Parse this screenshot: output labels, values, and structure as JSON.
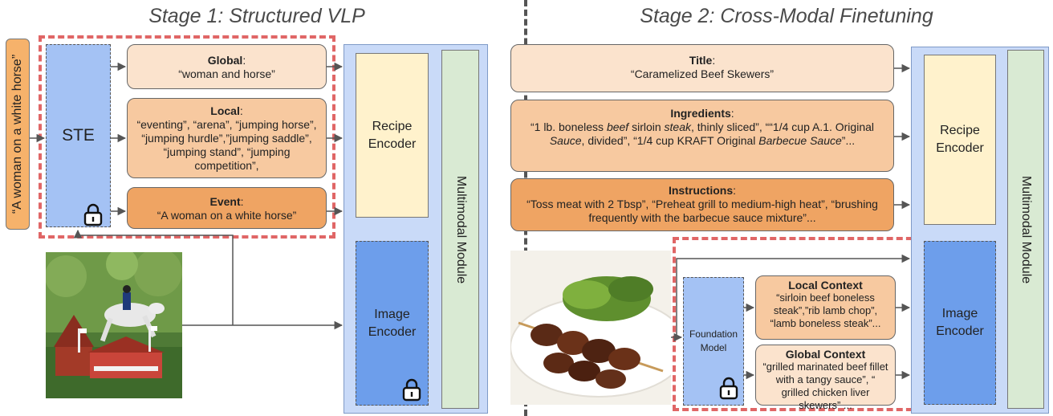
{
  "stage1": {
    "title": "Stage 1: Structured VLP",
    "query_text": "“A woman on a white horse”",
    "ste_label": "STE",
    "global": {
      "label": "Global",
      "text": "“woman and horse”"
    },
    "local": {
      "label": "Local",
      "text": "“eventing”,  “arena”, “jumping horse”, “jumping hurdle”,”jumping saddle”, “jumping stand”, “jumping competition”,"
    },
    "event": {
      "label": "Event",
      "text": "“A woman on a white horse”"
    },
    "recipe_encoder": {
      "line1": "Recipe",
      "line2": "Encoder"
    },
    "image_encoder": {
      "line1": "Image",
      "line2": "Encoder"
    },
    "multimodal": "Multimodal Module"
  },
  "stage2": {
    "title": "Stage 2: Cross-Modal Finetuning",
    "title_box": {
      "label": "Title",
      "text": "“Caramelized Beef Skewers”"
    },
    "ingredients": {
      "label": "Ingredients",
      "seg1": "“1 lb. boneless ",
      "seg2": "beef",
      "seg3": " sirloin ",
      "seg4": "steak",
      "seg5": ", thinly sliced”, ““1/4 cup A.1. Original ",
      "seg6": "Sauce",
      "seg7": ", divided”, “1/4 cup KRAFT Original ",
      "seg8": "Barbecue Sauce",
      "seg9": "”..."
    },
    "instructions": {
      "label": "Instructions",
      "text": "“Toss meat with 2 Tbsp”, “Preheat grill to medium-high heat”, “brushing frequently with the barbecue sauce mixture”..."
    },
    "foundation_model": {
      "line1": "Foundation",
      "line2": "Model"
    },
    "local_context": {
      "label": "Local Context",
      "text": "“sirloin beef boneless steak”,”rib lamb chop”, “lamb boneless steak”..."
    },
    "global_context": {
      "label": "Global Context",
      "text": "“grilled marinated beef fillet with a tangy sauce”, “ grilled chicken liver skewers” ..."
    },
    "recipe_encoder": {
      "line1": "Recipe",
      "line2": "Encoder"
    },
    "image_encoder": {
      "line1": "Image",
      "line2": "Encoder"
    },
    "multimodal": "Multimodal Module"
  },
  "colors": {
    "light_orange": "#fbe3cd",
    "mid_orange": "#f7c9a0",
    "dark_orange": "#efa463",
    "panel_blue": "#c9daf8",
    "encoder_blue": "#6d9eeb",
    "ste_blue": "#a4c2f4",
    "encoder_yellow": "#fff2cc",
    "module_green": "#d9ead3",
    "dashed_red": "#e06666"
  },
  "icons": [
    "lock-icon",
    "horse-jumping-photo",
    "beef-skewers-photo"
  ]
}
